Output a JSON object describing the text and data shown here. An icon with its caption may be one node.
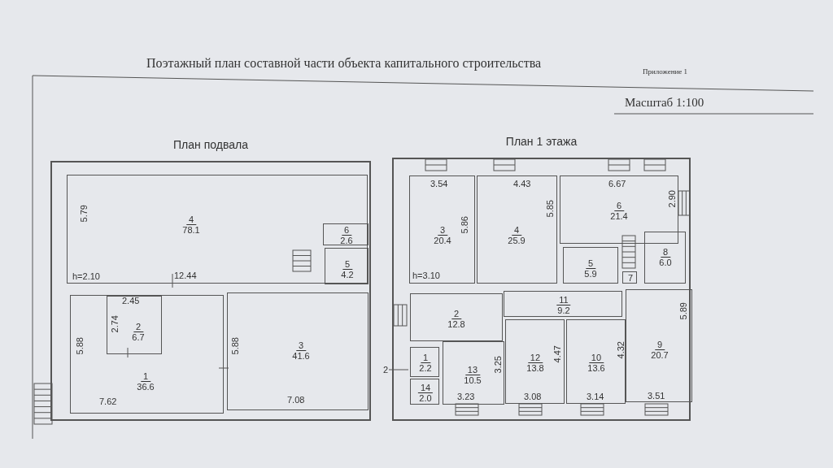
{
  "diagram": {
    "title": "Поэтажный план составной части объекта капитального строительства",
    "nodes": [
      {
        "text": [
          "План подвала"
        ]
      },
      {
        "text": [
          "4",
          "78.1"
        ],
        "in": 0
      },
      {
        "text": [
          "6",
          "2.6"
        ],
        "in": 1
      },
      {
        "text": [
          "5",
          "4.2"
        ],
        "in": 1
      },
      {
        "text": [
          "1",
          "36.6"
        ],
        "in": 0
      },
      {
        "text": [
          "2",
          "6.7"
        ],
        "in": 4
      },
      {
        "text": [
          "3",
          "41.6"
        ],
        "in": 0
      },
      {
        "text": [
          "План 1 этажа"
        ]
      },
      {
        "text": [
          "3",
          "20.4"
        ],
        "in": 7
      },
      {
        "text": [
          "4",
          "25.9"
        ],
        "in": 7
      },
      {
        "text": [
          "6",
          "21.4"
        ],
        "in": 7
      },
      {
        "text": [
          "8",
          "6.0"
        ],
        "in": 7
      },
      {
        "text": [
          "5",
          "5.9"
        ],
        "in": 7
      },
      {
        "text": [
          "7"
        ],
        "in": 7
      },
      {
        "text": [
          "11",
          "9.2"
        ],
        "in": 7
      },
      {
        "text": [
          "2",
          "12.8"
        ],
        "in": 7
      },
      {
        "text": [
          "9",
          "20.7"
        ],
        "in": 7
      },
      {
        "text": [
          "1",
          "2.2"
        ],
        "in": 7
      },
      {
        "text": [
          "13",
          "10.5"
        ],
        "in": 7
      },
      {
        "text": [
          "12",
          "13.8"
        ],
        "in": 7
      },
      {
        "text": [
          "10",
          "13.6"
        ],
        "in": 7
      },
      {
        "text": [
          "14",
          "2.0"
        ],
        "in": 7
      }
    ],
    "labels": [
      "Приложение 1",
      "Масштаб 1:100",
      "5.79",
      "h=2.10",
      "12.44",
      "2.45",
      "2.74",
      "5.88",
      "5.88",
      "7.62",
      "7.08",
      "3.54",
      "4.43",
      "6.67",
      "2.90",
      "5.86",
      "5.85",
      "h=3.10",
      "2",
      "3.25",
      "4.47",
      "4.32",
      "5.89",
      "3.23",
      "3.08",
      "3.14",
      "3.51"
    ]
  }
}
